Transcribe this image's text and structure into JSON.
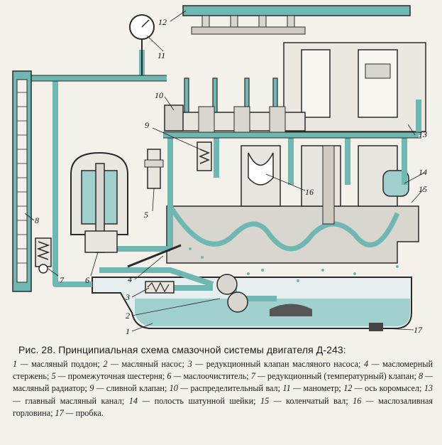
{
  "figure": {
    "part_numbers": [
      "1",
      "2",
      "3",
      "4",
      "5",
      "6",
      "7",
      "8",
      "9",
      "10",
      "11",
      "12",
      "13",
      "14",
      "15",
      "16",
      "17"
    ]
  },
  "caption": {
    "title": "Рис. 28. Принципиальная схема смазочной системы двигателя Д-243:",
    "legend": [
      {
        "num": "1",
        "text": "масляный поддон"
      },
      {
        "num": "2",
        "text": "масляный насос"
      },
      {
        "num": "3",
        "text": "редукционный клапан масляного насоса"
      },
      {
        "num": "4",
        "text": "масломерный стержень"
      },
      {
        "num": "5",
        "text": "промежуточная шестерня"
      },
      {
        "num": "6",
        "text": "маслоочиститель"
      },
      {
        "num": "7",
        "text": "редукционный (температурный) клапан"
      },
      {
        "num": "8",
        "text": "масляный радиатор"
      },
      {
        "num": "9",
        "text": "сливной клапан"
      },
      {
        "num": "10",
        "text": "распределительный вал"
      },
      {
        "num": "11",
        "text": "манометр"
      },
      {
        "num": "12",
        "text": "ось коромысел"
      },
      {
        "num": "13",
        "text": "главный масляный канал"
      },
      {
        "num": "14",
        "text": "полость шатунной шейки"
      },
      {
        "num": "15",
        "text": "коленчатый вал"
      },
      {
        "num": "16",
        "text": "маслозаливная горловина"
      },
      {
        "num": "17",
        "text": "пробка"
      }
    ]
  },
  "colors": {
    "pipe": "#6fb7b2",
    "oil": "#9fd0cd",
    "outline": "#2a2a2a",
    "metal": "#d9d6cf"
  }
}
